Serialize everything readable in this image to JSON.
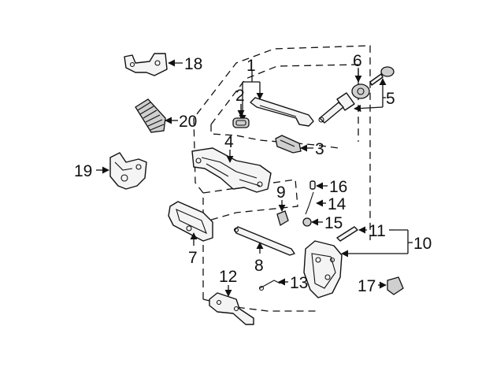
{
  "diagram": {
    "labels": {
      "p1": "1",
      "p2": "2",
      "p3": "3",
      "p4": "4",
      "p5": "5",
      "p6": "6",
      "p7": "7",
      "p8": "8",
      "p9": "9",
      "p10": "10",
      "p11": "11",
      "p12": "12",
      "p13": "13",
      "p14": "14",
      "p15": "15",
      "p16": "16",
      "p17": "17",
      "p18": "18",
      "p19": "19",
      "p20": "20"
    }
  }
}
